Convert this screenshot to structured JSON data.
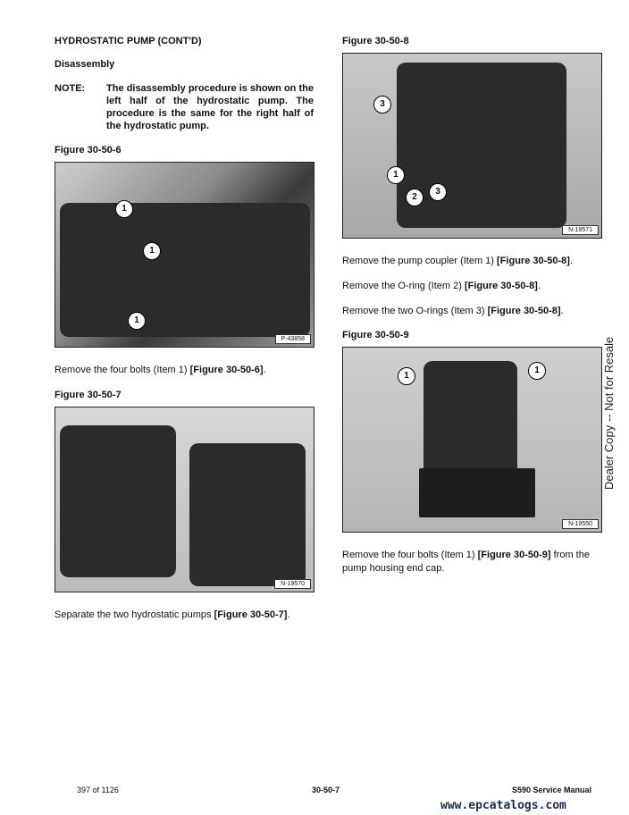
{
  "left": {
    "section_title": "HYDROSTATIC PUMP (CONT'D)",
    "subtitle": "Disassembly",
    "note_label": "NOTE:",
    "note_text": "The disassembly procedure is shown on the left half of the hydrostatic pump. The procedure is the same for the right half of the hydrostatic pump.",
    "fig6": {
      "caption": "Figure 30-50-6",
      "id": "P-43858",
      "callouts": [
        "1",
        "1",
        "1"
      ]
    },
    "step1": {
      "pre": "Remove the four bolts (Item 1) ",
      "ref": "[Figure 30-50-6]",
      "post": "."
    },
    "fig7": {
      "caption": "Figure 30-50-7",
      "id": "N-19570"
    },
    "step2": {
      "pre": "Separate the two hydrostatic pumps ",
      "ref": "[Figure 30-50-7]",
      "post": "."
    }
  },
  "right": {
    "fig8": {
      "caption": "Figure 30-50-8",
      "id": "N-19571",
      "callouts": [
        "3",
        "1",
        "2",
        "3"
      ]
    },
    "step3": {
      "pre": "Remove the pump coupler (Item 1) ",
      "ref": "[Figure 30-50-8]",
      "post": "."
    },
    "step4": {
      "pre": "Remove the O-ring (Item 2) ",
      "ref": "[Figure 30-50-8]",
      "post": "."
    },
    "step5": {
      "pre": "Remove the two O-rings (Item 3) ",
      "ref": "[Figure 30-50-8]",
      "post": "."
    },
    "fig9": {
      "caption": "Figure 30-50-9",
      "id": "N-19550",
      "callouts": [
        "1",
        "1"
      ]
    },
    "step6": {
      "pre": "Remove the four bolts (Item 1) ",
      "ref": "[Figure 30-50-9]",
      "post": " from the pump housing end cap."
    }
  },
  "side_text": "Dealer Copy -- Not for Resale",
  "footer": {
    "page_count": "397 of 1126",
    "page_number": "30-50-7",
    "manual": "S590 Service Manual",
    "watermark": "www.epcatalogs.com"
  }
}
